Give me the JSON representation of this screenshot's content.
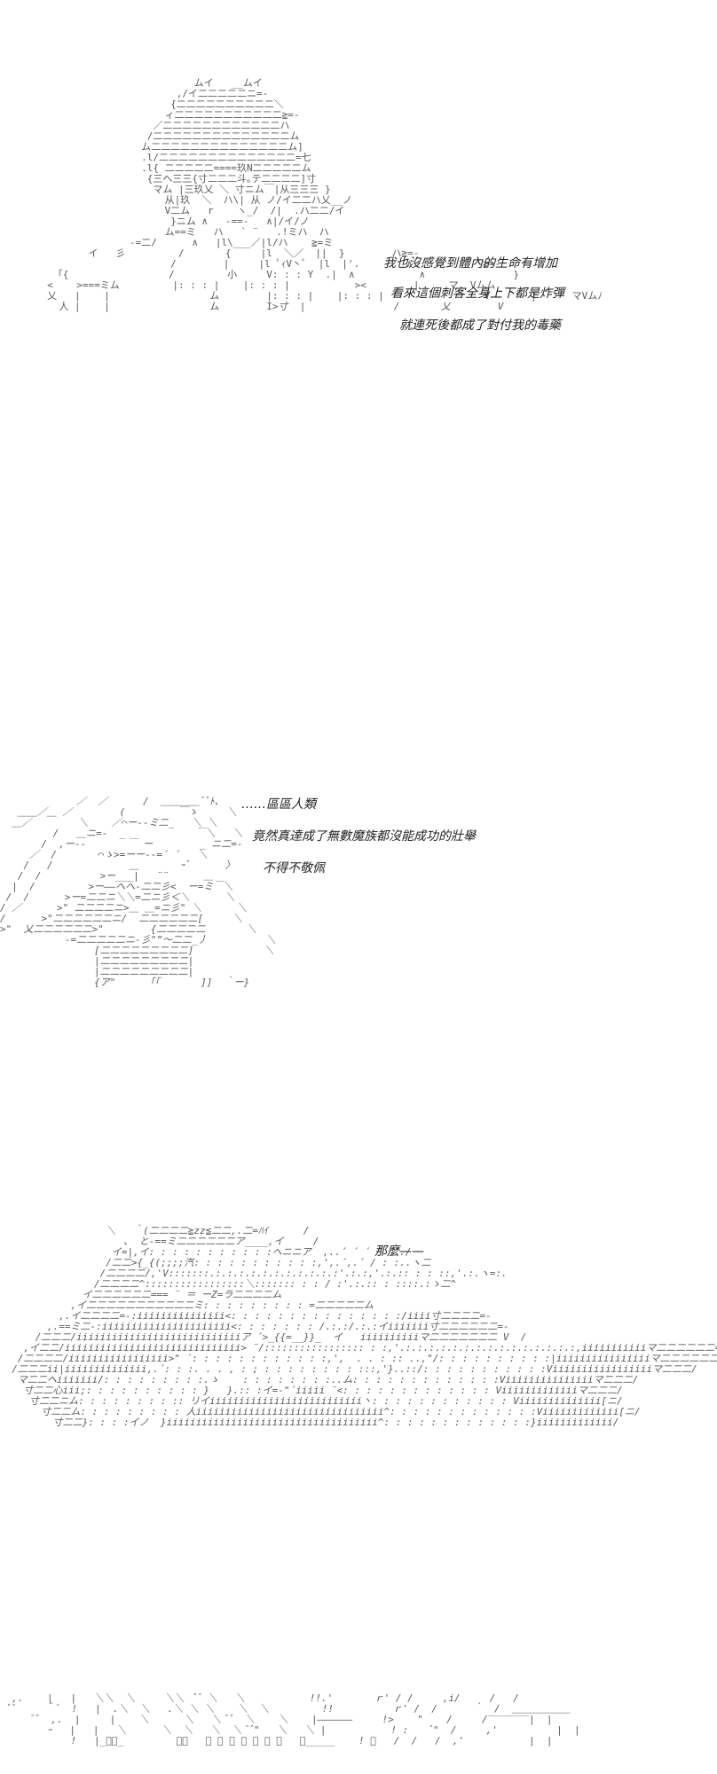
{
  "panel1": {
    "captions": [
      "我也沒感覺到體內的生命有增加",
      "看來這個刺客全身上下都是炸彈",
      "就連死後都成了對付我的毒藥"
    ]
  },
  "panel2": {
    "captions": [
      "……區區人類",
      "竟然真達成了無數魔族都沒能成功的壯舉",
      "不得不敬佩"
    ]
  },
  "panel3": {
    "captions": [
      "那麼——"
    ]
  }
}
